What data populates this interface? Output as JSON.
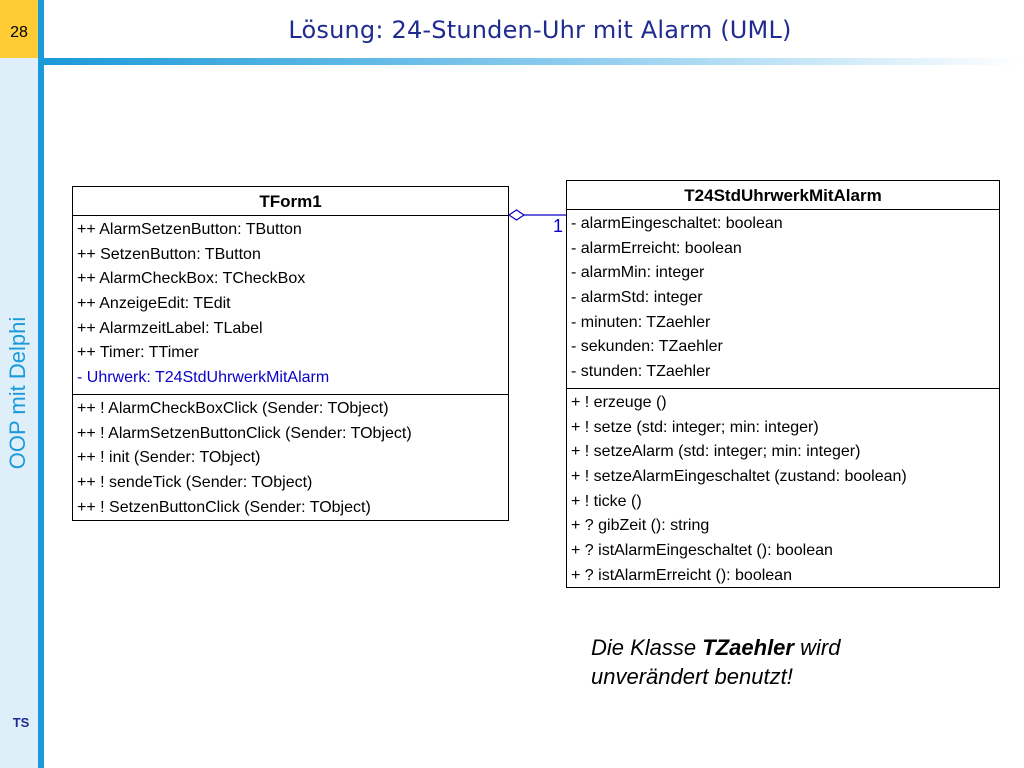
{
  "slide": {
    "number": "28",
    "title": "Lösung: 24-Stunden-Uhr mit Alarm (UML)",
    "sidebar_label": "OOP mit Delphi",
    "author": "TS"
  },
  "classes": {
    "tform1": {
      "name": "TForm1",
      "attributes": [
        "++ AlarmSetzenButton: TButton",
        "++ SetzenButton: TButton",
        "++ AlarmCheckBox: TCheckBox",
        "++ AnzeigeEdit: TEdit",
        "++ AlarmzeitLabel: TLabel",
        "++ Timer: TTimer",
        "- Uhrwerk: T24StdUhrwerkMitAlarm"
      ],
      "methods": [
        "++ ! AlarmCheckBoxClick (Sender: TObject)",
        "++ ! AlarmSetzenButtonClick (Sender: TObject)",
        "++ ! init (Sender: TObject)",
        "++ ! sendeTick (Sender: TObject)",
        "++ ! SetzenButtonClick (Sender: TObject)"
      ]
    },
    "uhrwerk": {
      "name": "T24StdUhrwerkMitAlarm",
      "attributes": [
        "- alarmEingeschaltet: boolean",
        "- alarmErreicht: boolean",
        "- alarmMin: integer",
        "- alarmStd: integer",
        "- minuten: TZaehler",
        "- sekunden: TZaehler",
        "- stunden: TZaehler"
      ],
      "methods": [
        "+ ! erzeuge ()",
        "+ ! setze (std: integer; min: integer)",
        "+ ! setzeAlarm (std: integer; min: integer)",
        "+ ! setzeAlarmEingeschaltet (zustand: boolean)",
        "+ ! ticke ()",
        "+ ? gibZeit (): string",
        "+ ? istAlarmEingeschaltet (): boolean",
        "+ ? istAlarmErreicht (): boolean"
      ]
    }
  },
  "association": {
    "multiplicity": "1",
    "type": "aggregation",
    "color": "#0b00c8"
  },
  "note": {
    "prefix": "Die Klasse ",
    "class_name": "TZaehler",
    "suffix": " wird unverändert benutzt!"
  },
  "colors": {
    "title": "#1f2b8f",
    "sidebar_accent": "#1a9ad8",
    "slide_number_bg": "#ffcc33"
  }
}
